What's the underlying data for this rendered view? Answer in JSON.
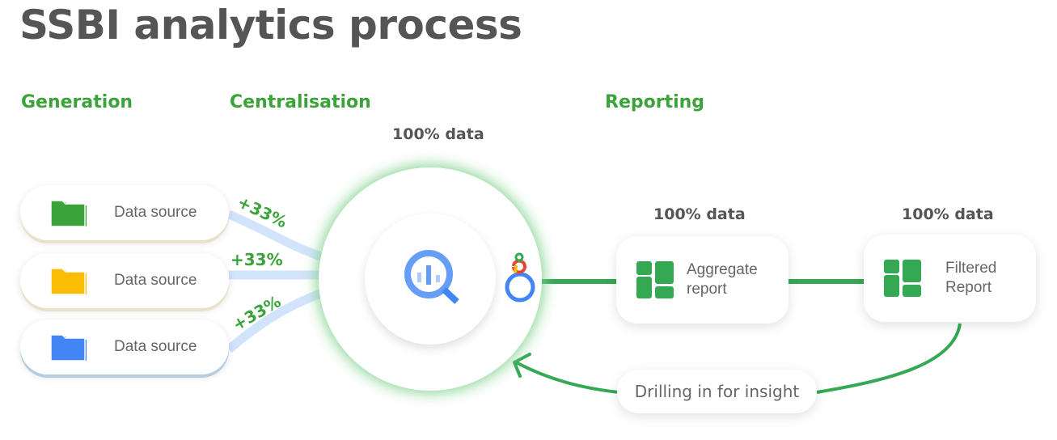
{
  "title": "SSBI analytics process",
  "sections": {
    "generation": "Generation",
    "centralisation": "Centralisation",
    "reporting": "Reporting"
  },
  "data_labels": {
    "hub": "100% data",
    "aggregate": "100% data",
    "filtered": "100% data"
  },
  "sources": [
    {
      "label": "Data source",
      "color": "#3ca33a"
    },
    {
      "label": "Data source",
      "color": "#fbbc04"
    },
    {
      "label": "Data source",
      "color": "#4285f4"
    }
  ],
  "contributions": [
    "+33%",
    "+33%",
    "+33%"
  ],
  "reports": {
    "aggregate_line1": "Aggregate",
    "aggregate_line2": "report",
    "filtered_line1": "Filtered",
    "filtered_line2": "Report"
  },
  "drill_label": "Drilling in for insight",
  "colors": {
    "accent": "#34a853",
    "line_blue": "#d2e3fc"
  }
}
